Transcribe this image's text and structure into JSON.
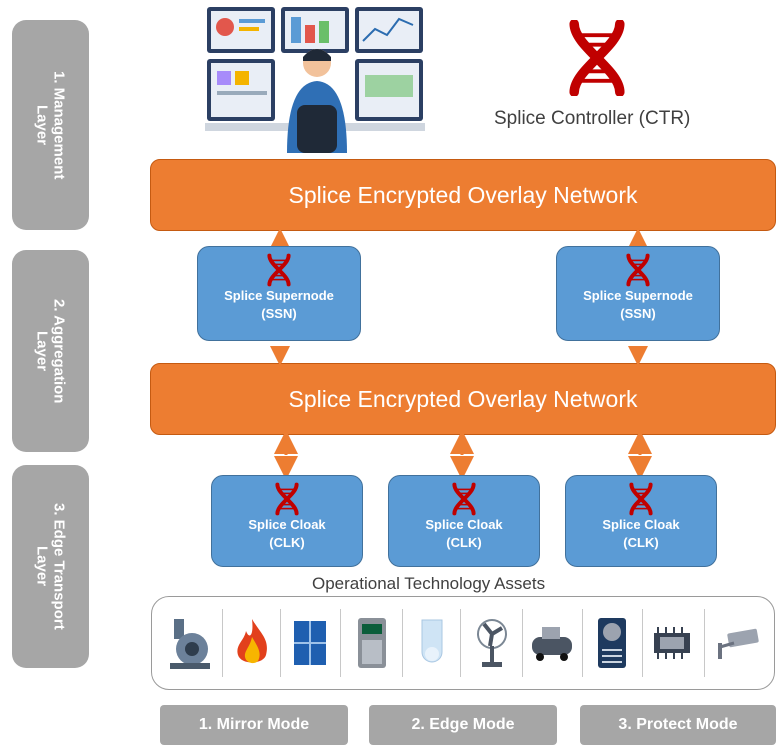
{
  "layers": [
    {
      "label": "1. Management\nLayer"
    },
    {
      "label": "2. Aggregation\nLayer"
    },
    {
      "label": "3. Edge Transport\nLayer"
    }
  ],
  "controller": {
    "label": "Splice Controller (CTR)"
  },
  "overlays": [
    {
      "label": "Splice Encrypted Overlay Network"
    },
    {
      "label": "Splice Encrypted Overlay Network"
    }
  ],
  "supernodes": [
    {
      "title": "Splice Supernode",
      "abbr": "(SSN)"
    },
    {
      "title": "Splice Supernode",
      "abbr": "(SSN)"
    }
  ],
  "cloaks": [
    {
      "title": "Splice Cloak",
      "abbr": "(CLK)"
    },
    {
      "title": "Splice Cloak",
      "abbr": "(CLK)"
    },
    {
      "title": "Splice Cloak",
      "abbr": "(CLK)"
    }
  ],
  "assets_label": "Operational Technology Assets",
  "asset_icons": [
    "pump-icon",
    "fire-icon",
    "cabinet-icon",
    "controller-unit-icon",
    "sensor-icon",
    "fan-icon",
    "compressor-icon",
    "ventilation-icon",
    "circuit-board-icon",
    "camera-icon"
  ],
  "modes": [
    {
      "label": "1. Mirror Mode"
    },
    {
      "label": "2. Edge Mode"
    },
    {
      "label": "3. Protect Mode"
    }
  ],
  "colors": {
    "overlay": "#ed7d31",
    "node": "#5b9bd5",
    "layer": "#a6a6a6",
    "dna": "#c00000"
  }
}
